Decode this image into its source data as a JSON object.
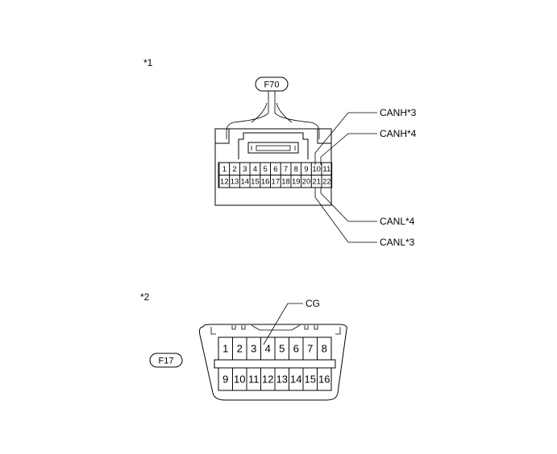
{
  "connectors": [
    {
      "marker": "*1",
      "tag": "F70",
      "pins_top": [
        "1",
        "2",
        "3",
        "4",
        "5",
        "6",
        "7",
        "8",
        "9",
        "10",
        "11"
      ],
      "pins_bottom": [
        "12",
        "13",
        "14",
        "15",
        "16",
        "17",
        "18",
        "19",
        "20",
        "21",
        "22"
      ],
      "callouts": [
        "CANH*3",
        "CANH*4",
        "CANL*4",
        "CANL*3"
      ]
    },
    {
      "marker": "*2",
      "tag": "F17",
      "pins_top": [
        "1",
        "2",
        "3",
        "4",
        "5",
        "6",
        "7",
        "8"
      ],
      "pins_bottom": [
        "9",
        "10",
        "11",
        "12",
        "13",
        "14",
        "15",
        "16"
      ],
      "callouts": [
        "CG"
      ]
    }
  ]
}
